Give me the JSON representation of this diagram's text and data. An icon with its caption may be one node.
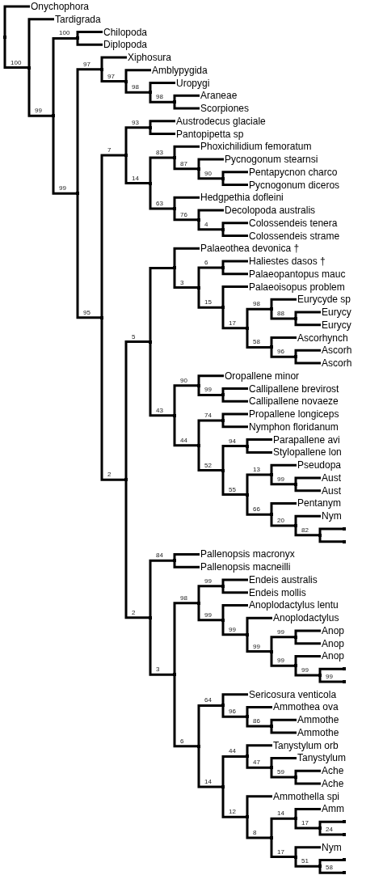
{
  "diagram": {
    "nodes": [
      {
        "text": [],
        "shape": "point"
      },
      {
        "text": [
          "Onychophora"
        ]
      },
      {
        "text": [],
        "shape": "point"
      },
      {
        "text": [
          "Tardigrada"
        ]
      },
      {
        "text": [],
        "shape": "point"
      },
      {
        "text": [],
        "shape": "point"
      },
      {
        "text": [
          "Chilopoda"
        ]
      },
      {
        "text": [
          "Diplopoda"
        ]
      },
      {
        "text": [],
        "shape": "point"
      },
      {
        "text": [],
        "shape": "point"
      },
      {
        "text": [
          "Xiphosura"
        ]
      },
      {
        "text": [],
        "shape": "point"
      },
      {
        "text": [
          "Amblypygida"
        ]
      },
      {
        "text": [],
        "shape": "point"
      },
      {
        "text": [
          "Uropygi"
        ]
      },
      {
        "text": [],
        "shape": "point"
      },
      {
        "text": [
          "Araneae"
        ]
      },
      {
        "text": [
          "Scorpiones"
        ]
      },
      {
        "text": [],
        "shape": "point"
      },
      {
        "text": [],
        "shape": "point"
      },
      {
        "text": [],
        "shape": "point"
      },
      {
        "text": [
          "Austrodecus glaciale"
        ]
      },
      {
        "text": [
          "Pantopipetta sp"
        ]
      },
      {
        "text": [],
        "shape": "point"
      },
      {
        "text": [],
        "shape": "point"
      },
      {
        "text": [
          "Phoxichilidium femoratum"
        ]
      },
      {
        "text": [],
        "shape": "point"
      },
      {
        "text": [
          "Pycnogonum stearnsi"
        ]
      },
      {
        "text": [],
        "shape": "point"
      },
      {
        "text": [
          "Pentapycnon charco"
        ]
      },
      {
        "text": [
          "Pycnogonum diceros"
        ]
      },
      {
        "text": [],
        "shape": "point"
      },
      {
        "text": [
          "Hedgpethia dofleini"
        ]
      },
      {
        "text": [],
        "shape": "point"
      },
      {
        "text": [
          "Decolopoda australis"
        ]
      },
      {
        "text": [],
        "shape": "point"
      },
      {
        "text": [
          "Colossendeis tenera"
        ]
      },
      {
        "text": [
          "Colossendeis strame"
        ]
      },
      {
        "text": [],
        "shape": "point"
      },
      {
        "text": [],
        "shape": "point"
      },
      {
        "text": [],
        "shape": "point"
      },
      {
        "text": [
          "Palaeothea devonica †"
        ]
      },
      {
        "text": [],
        "shape": "point"
      },
      {
        "text": [],
        "shape": "point"
      },
      {
        "text": [
          "Haliestes dasos †"
        ]
      },
      {
        "text": [
          "Palaeopantopus mauc"
        ]
      },
      {
        "text": [],
        "shape": "point"
      },
      {
        "text": [
          "Palaeoisopus problem"
        ]
      },
      {
        "text": [],
        "shape": "point"
      },
      {
        "text": [],
        "shape": "point"
      },
      {
        "text": [
          "Eurycyde sp"
        ]
      },
      {
        "text": [],
        "shape": "point"
      },
      {
        "text": [
          "Eurycy"
        ]
      },
      {
        "text": [
          "Eurycy"
        ]
      },
      {
        "text": [],
        "shape": "point"
      },
      {
        "text": [
          "Ascorhynch"
        ]
      },
      {
        "text": [],
        "shape": "point"
      },
      {
        "text": [
          "Ascorh"
        ]
      },
      {
        "text": [
          "Ascorh"
        ]
      },
      {
        "text": [],
        "shape": "point"
      },
      {
        "text": [],
        "shape": "point"
      },
      {
        "text": [
          "Oropallene minor"
        ]
      },
      {
        "text": [],
        "shape": "point"
      },
      {
        "text": [
          "Callipallene brevirost"
        ]
      },
      {
        "text": [
          "Callipallene novaeze"
        ]
      },
      {
        "text": [],
        "shape": "point"
      },
      {
        "text": [],
        "shape": "point"
      },
      {
        "text": [
          "Propallene longiceps"
        ]
      },
      {
        "text": [
          "Nymphon floridanum"
        ]
      },
      {
        "text": [],
        "shape": "point"
      },
      {
        "text": [],
        "shape": "point"
      },
      {
        "text": [
          "Parapallene avi"
        ]
      },
      {
        "text": [
          "Stylopallene lon"
        ]
      },
      {
        "text": [],
        "shape": "point"
      },
      {
        "text": [],
        "shape": "point"
      },
      {
        "text": [
          "Pseudopa"
        ]
      },
      {
        "text": [],
        "shape": "point"
      },
      {
        "text": [
          "Aust"
        ]
      },
      {
        "text": [
          "Aust"
        ]
      },
      {
        "text": [],
        "shape": "point"
      },
      {
        "text": [
          "Pentanym"
        ]
      },
      {
        "text": [],
        "shape": "point"
      },
      {
        "text": [
          "Nym"
        ]
      },
      {
        "text": [],
        "shape": "point"
      },
      {
        "text": [],
        "shape": "point"
      },
      {
        "text": [],
        "shape": "point"
      },
      {
        "text": [],
        "shape": "point"
      },
      {
        "text": [],
        "shape": "point"
      },
      {
        "text": [
          "Pallenopsis macronyx"
        ]
      },
      {
        "text": [
          "Pallenopsis macneilli"
        ]
      },
      {
        "text": [],
        "shape": "point"
      },
      {
        "text": [],
        "shape": "point"
      },
      {
        "text": [],
        "shape": "point"
      },
      {
        "text": [
          "Endeis australis"
        ]
      },
      {
        "text": [
          "Endeis mollis"
        ]
      },
      {
        "text": [],
        "shape": "point"
      },
      {
        "text": [
          "Anoplodactylus lentu"
        ]
      },
      {
        "text": [],
        "shape": "point"
      },
      {
        "text": [
          "Anoplodactylus"
        ]
      },
      {
        "text": [],
        "shape": "point"
      },
      {
        "text": [],
        "shape": "point"
      },
      {
        "text": [
          "Anop"
        ]
      },
      {
        "text": [
          "Anop"
        ]
      },
      {
        "text": [],
        "shape": "point"
      },
      {
        "text": [
          "Anop"
        ]
      },
      {
        "text": [],
        "shape": "point"
      },
      {
        "text": [],
        "shape": "point"
      },
      {
        "text": [],
        "shape": "point"
      },
      {
        "text": [],
        "shape": "point"
      },
      {
        "text": [],
        "shape": "point"
      },
      {
        "text": [
          "Sericosura venticola"
        ]
      },
      {
        "text": [],
        "shape": "point"
      },
      {
        "text": [
          "Ammothea ova"
        ]
      },
      {
        "text": [],
        "shape": "point"
      },
      {
        "text": [
          "Ammothe"
        ]
      },
      {
        "text": [
          "Ammothe"
        ]
      },
      {
        "text": [],
        "shape": "point"
      },
      {
        "text": [],
        "shape": "point"
      },
      {
        "text": [
          "Tanystylum orb"
        ]
      },
      {
        "text": [],
        "shape": "point"
      },
      {
        "text": [
          "Tanystylum"
        ]
      },
      {
        "text": [],
        "shape": "point"
      },
      {
        "text": [
          "Ache"
        ]
      },
      {
        "text": [
          "Ache"
        ]
      },
      {
        "text": [],
        "shape": "point"
      },
      {
        "text": [
          "Ammothella spi"
        ]
      },
      {
        "text": [],
        "shape": "point"
      },
      {
        "text": [],
        "shape": "point"
      },
      {
        "text": [
          "Amm"
        ]
      },
      {
        "text": [],
        "shape": "point"
      },
      {
        "text": [],
        "shape": "point"
      },
      {
        "text": [],
        "shape": "point"
      },
      {
        "text": [],
        "shape": "point"
      },
      {
        "text": [
          "Nym"
        ]
      },
      {
        "text": [],
        "shape": "point"
      },
      {
        "text": [],
        "shape": "point"
      },
      {
        "text": [],
        "shape": "point"
      }
    ],
    "edges": [
      {
        "from": 0,
        "to": 1,
        "arrow": "none"
      },
      {
        "from": 0,
        "to": 2,
        "arrow": "none",
        "label": "100"
      },
      {
        "from": 2,
        "to": 3,
        "arrow": "none"
      },
      {
        "from": 2,
        "to": 4,
        "arrow": "none",
        "label": "99"
      },
      {
        "from": 4,
        "to": 5,
        "arrow": "none",
        "label": "100"
      },
      {
        "from": 4,
        "to": 8,
        "arrow": "none",
        "label": "99"
      },
      {
        "from": 5,
        "to": 6,
        "arrow": "none"
      },
      {
        "from": 5,
        "to": 7,
        "arrow": "none"
      },
      {
        "from": 8,
        "to": 9,
        "arrow": "none",
        "label": "97"
      },
      {
        "from": 8,
        "to": 18,
        "arrow": "none",
        "label": "95"
      },
      {
        "from": 9,
        "to": 10,
        "arrow": "none"
      },
      {
        "from": 9,
        "to": 11,
        "arrow": "none",
        "label": "97"
      },
      {
        "from": 11,
        "to": 12,
        "arrow": "none"
      },
      {
        "from": 11,
        "to": 13,
        "arrow": "none",
        "label": "98"
      },
      {
        "from": 13,
        "to": 14,
        "arrow": "none"
      },
      {
        "from": 13,
        "to": 15,
        "arrow": "none",
        "label": "98"
      },
      {
        "from": 15,
        "to": 16,
        "arrow": "none"
      },
      {
        "from": 15,
        "to": 17,
        "arrow": "none"
      },
      {
        "from": 18,
        "to": 19,
        "arrow": "none",
        "label": "7"
      },
      {
        "from": 18,
        "to": 38,
        "arrow": "none",
        "label": "2"
      },
      {
        "from": 19,
        "to": 20,
        "arrow": "none",
        "label": "93"
      },
      {
        "from": 19,
        "to": 23,
        "arrow": "none",
        "label": "14"
      },
      {
        "from": 20,
        "to": 21,
        "arrow": "none"
      },
      {
        "from": 20,
        "to": 22,
        "arrow": "none"
      },
      {
        "from": 23,
        "to": 24,
        "arrow": "none",
        "label": "83"
      },
      {
        "from": 23,
        "to": 31,
        "arrow": "none",
        "label": "63"
      },
      {
        "from": 24,
        "to": 25,
        "arrow": "none"
      },
      {
        "from": 24,
        "to": 26,
        "arrow": "none",
        "label": "87"
      },
      {
        "from": 26,
        "to": 27,
        "arrow": "none"
      },
      {
        "from": 26,
        "to": 28,
        "arrow": "none",
        "label": "90"
      },
      {
        "from": 28,
        "to": 29,
        "arrow": "none"
      },
      {
        "from": 28,
        "to": 30,
        "arrow": "none"
      },
      {
        "from": 31,
        "to": 32,
        "arrow": "none"
      },
      {
        "from": 31,
        "to": 33,
        "arrow": "none",
        "label": "76"
      },
      {
        "from": 33,
        "to": 34,
        "arrow": "none"
      },
      {
        "from": 33,
        "to": 35,
        "arrow": "none",
        "label": "4"
      },
      {
        "from": 35,
        "to": 36,
        "arrow": "none"
      },
      {
        "from": 35,
        "to": 37,
        "arrow": "none"
      },
      {
        "from": 38,
        "to": 39,
        "arrow": "none",
        "label": "5"
      },
      {
        "from": 38,
        "to": 86,
        "arrow": "none",
        "label": "2"
      },
      {
        "from": 39,
        "to": 40,
        "arrow": "none"
      },
      {
        "from": 39,
        "to": 59,
        "arrow": "none",
        "label": "43"
      },
      {
        "from": 40,
        "to": 41,
        "arrow": "none"
      },
      {
        "from": 40,
        "to": 42,
        "arrow": "none",
        "label": "3"
      },
      {
        "from": 42,
        "to": 43,
        "arrow": "none",
        "label": "6"
      },
      {
        "from": 42,
        "to": 46,
        "arrow": "none",
        "label": "15"
      },
      {
        "from": 43,
        "to": 44,
        "arrow": "none"
      },
      {
        "from": 43,
        "to": 45,
        "arrow": "none"
      },
      {
        "from": 46,
        "to": 47,
        "arrow": "none"
      },
      {
        "from": 46,
        "to": 48,
        "arrow": "none",
        "label": "17"
      },
      {
        "from": 48,
        "to": 49,
        "arrow": "none",
        "label": "98"
      },
      {
        "from": 48,
        "to": 54,
        "arrow": "none",
        "label": "58"
      },
      {
        "from": 49,
        "to": 50,
        "arrow": "none"
      },
      {
        "from": 49,
        "to": 51,
        "arrow": "none",
        "label": "88"
      },
      {
        "from": 51,
        "to": 52,
        "arrow": "none"
      },
      {
        "from": 51,
        "to": 53,
        "arrow": "none"
      },
      {
        "from": 54,
        "to": 55,
        "arrow": "none"
      },
      {
        "from": 54,
        "to": 56,
        "arrow": "none",
        "label": "96"
      },
      {
        "from": 56,
        "to": 57,
        "arrow": "none"
      },
      {
        "from": 56,
        "to": 58,
        "arrow": "none"
      },
      {
        "from": 59,
        "to": 60,
        "arrow": "none",
        "label": "90"
      },
      {
        "from": 59,
        "to": 65,
        "arrow": "none",
        "label": "44"
      },
      {
        "from": 60,
        "to": 61,
        "arrow": "none"
      },
      {
        "from": 60,
        "to": 62,
        "arrow": "none",
        "label": "99"
      },
      {
        "from": 62,
        "to": 63,
        "arrow": "none"
      },
      {
        "from": 62,
        "to": 64,
        "arrow": "none"
      },
      {
        "from": 65,
        "to": 66,
        "arrow": "none",
        "label": "74"
      },
      {
        "from": 65,
        "to": 69,
        "arrow": "none",
        "label": "52"
      },
      {
        "from": 66,
        "to": 67,
        "arrow": "none"
      },
      {
        "from": 66,
        "to": 68,
        "arrow": "none"
      },
      {
        "from": 69,
        "to": 70,
        "arrow": "none",
        "label": "94"
      },
      {
        "from": 69,
        "to": 73,
        "arrow": "none",
        "label": "55"
      },
      {
        "from": 70,
        "to": 71,
        "arrow": "none"
      },
      {
        "from": 70,
        "to": 72,
        "arrow": "none"
      },
      {
        "from": 73,
        "to": 74,
        "arrow": "none",
        "label": "13"
      },
      {
        "from": 73,
        "to": 79,
        "arrow": "none",
        "label": "66"
      },
      {
        "from": 74,
        "to": 75,
        "arrow": "none"
      },
      {
        "from": 74,
        "to": 76,
        "arrow": "none",
        "label": "99"
      },
      {
        "from": 76,
        "to": 77,
        "arrow": "none"
      },
      {
        "from": 76,
        "to": 78,
        "arrow": "none"
      },
      {
        "from": 79,
        "to": 80,
        "arrow": "none"
      },
      {
        "from": 79,
        "to": 81,
        "arrow": "none",
        "label": "20"
      },
      {
        "from": 81,
        "to": 82,
        "arrow": "none"
      },
      {
        "from": 81,
        "to": 83,
        "arrow": "none",
        "label": "82"
      },
      {
        "from": 83,
        "to": 84,
        "arrow": "none"
      },
      {
        "from": 83,
        "to": 85,
        "arrow": "none"
      },
      {
        "from": 86,
        "to": 87,
        "arrow": "none",
        "label": "84"
      },
      {
        "from": 86,
        "to": 90,
        "arrow": "none",
        "label": "3"
      },
      {
        "from": 87,
        "to": 88,
        "arrow": "none"
      },
      {
        "from": 87,
        "to": 89,
        "arrow": "none"
      },
      {
        "from": 90,
        "to": 91,
        "arrow": "none",
        "label": "98"
      },
      {
        "from": 90,
        "to": 108,
        "arrow": "none",
        "label": "6"
      },
      {
        "from": 91,
        "to": 92,
        "arrow": "none",
        "label": "99"
      },
      {
        "from": 91,
        "to": 95,
        "arrow": "none",
        "label": "99"
      },
      {
        "from": 92,
        "to": 93,
        "arrow": "none"
      },
      {
        "from": 92,
        "to": 94,
        "arrow": "none"
      },
      {
        "from": 95,
        "to": 96,
        "arrow": "none"
      },
      {
        "from": 95,
        "to": 97,
        "arrow": "none",
        "label": "99"
      },
      {
        "from": 97,
        "to": 98,
        "arrow": "none"
      },
      {
        "from": 97,
        "to": 99,
        "arrow": "none",
        "label": "99"
      },
      {
        "from": 99,
        "to": 100,
        "arrow": "none",
        "label": "99"
      },
      {
        "from": 99,
        "to": 103,
        "arrow": "none",
        "label": "99"
      },
      {
        "from": 100,
        "to": 101,
        "arrow": "none"
      },
      {
        "from": 100,
        "to": 102,
        "arrow": "none"
      },
      {
        "from": 103,
        "to": 104,
        "arrow": "none"
      },
      {
        "from": 103,
        "to": 105,
        "arrow": "none",
        "label": "99"
      },
      {
        "from": 105,
        "to": 106,
        "arrow": "none"
      },
      {
        "from": 105,
        "to": 107,
        "arrow": "none",
        "label": "99"
      },
      {
        "from": 108,
        "to": 109,
        "arrow": "none",
        "label": "64"
      },
      {
        "from": 108,
        "to": 116,
        "arrow": "none",
        "label": "14"
      },
      {
        "from": 109,
        "to": 110,
        "arrow": "none"
      },
      {
        "from": 109,
        "to": 111,
        "arrow": "none",
        "label": "96"
      },
      {
        "from": 111,
        "to": 112,
        "arrow": "none"
      },
      {
        "from": 111,
        "to": 113,
        "arrow": "none",
        "label": "86"
      },
      {
        "from": 113,
        "to": 114,
        "arrow": "none"
      },
      {
        "from": 113,
        "to": 115,
        "arrow": "none"
      },
      {
        "from": 116,
        "to": 117,
        "arrow": "none",
        "label": "44"
      },
      {
        "from": 116,
        "to": 124,
        "arrow": "none",
        "label": "12"
      },
      {
        "from": 117,
        "to": 118,
        "arrow": "none"
      },
      {
        "from": 117,
        "to": 119,
        "arrow": "none",
        "label": "47"
      },
      {
        "from": 119,
        "to": 120,
        "arrow": "none"
      },
      {
        "from": 119,
        "to": 121,
        "arrow": "none",
        "label": "59"
      },
      {
        "from": 121,
        "to": 122,
        "arrow": "none"
      },
      {
        "from": 121,
        "to": 123,
        "arrow": "none"
      },
      {
        "from": 124,
        "to": 125,
        "arrow": "none"
      },
      {
        "from": 124,
        "to": 126,
        "arrow": "none",
        "label": "8"
      },
      {
        "from": 126,
        "to": 127,
        "arrow": "none",
        "label": "14"
      },
      {
        "from": 126,
        "to": 132,
        "arrow": "none",
        "label": "17"
      },
      {
        "from": 127,
        "to": 128,
        "arrow": "none"
      },
      {
        "from": 127,
        "to": 129,
        "arrow": "none",
        "label": "17"
      },
      {
        "from": 129,
        "to": 130,
        "arrow": "none"
      },
      {
        "from": 129,
        "to": 131,
        "arrow": "none",
        "label": "24"
      },
      {
        "from": 132,
        "to": 133,
        "arrow": "none"
      },
      {
        "from": 132,
        "to": 134,
        "arrow": "none",
        "label": "51"
      },
      {
        "from": 134,
        "to": 135,
        "arrow": "none"
      },
      {
        "from": 134,
        "to": 136,
        "arrow": "none",
        "label": "58"
      }
    ]
  }
}
